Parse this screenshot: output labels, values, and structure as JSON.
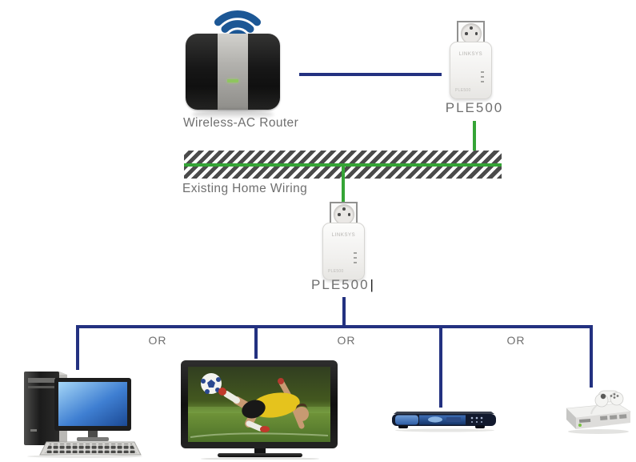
{
  "colors": {
    "navy": "#233180",
    "green": "#35a436",
    "wifi-blue": "#1c5795",
    "label-gray": "#6f6f6f",
    "hatch-gray": "#4b4b4b"
  },
  "nodes": {
    "router": {
      "label": "Wireless-AC Router"
    },
    "adapter_top": {
      "label": "PLE500",
      "brand": "LINKSYS",
      "model": "PLE500"
    },
    "adapter_mid": {
      "label": "PLE500",
      "brand": "LINKSYS",
      "model": "PLE500",
      "cursor": "|"
    },
    "wiring": {
      "label": "Existing Home Wiring"
    }
  },
  "branches": {
    "or_labels": [
      "OR",
      "OR",
      "OR"
    ]
  },
  "connected_devices": [
    "desktop-computer",
    "television",
    "blu-ray-player",
    "game-console"
  ]
}
